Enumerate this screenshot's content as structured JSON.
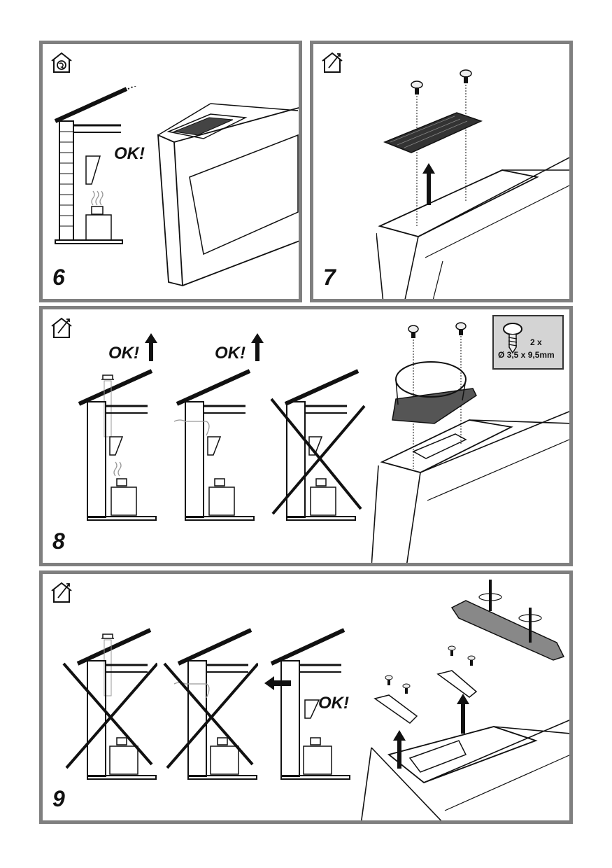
{
  "document": {
    "type": "installation instructions page",
    "panels": [
      {
        "step": "6",
        "mode_icon": "recirculation-house-icon",
        "labels": [
          "OK!"
        ],
        "scenes": [
          "recirculation-kitchen-ok",
          "hood-top-with-charcoal-filter"
        ]
      },
      {
        "step": "7",
        "mode_icon": "ducted-house-icon",
        "labels": [],
        "scenes": [
          "remove-filter-cover-with-screws"
        ]
      },
      {
        "step": "8",
        "mode_icon": "ducted-house-icon",
        "labels": [
          "OK!",
          "OK!"
        ],
        "scenes": [
          "chimney-ok",
          "wall-vent-ok",
          "wall-vent-low-not-ok",
          "mount-duct-flange"
        ],
        "spec": {
          "quantity": "2 x",
          "dimension": "Ø 3,5 x 9,5mm",
          "icon": "screw-icon"
        }
      },
      {
        "step": "9",
        "mode_icon": "ducted-house-icon",
        "labels": [
          "OK!"
        ],
        "scenes": [
          "chimney-not-ok",
          "wall-vent-not-ok",
          "side-wall-vent-ok",
          "mount-rails"
        ]
      }
    ]
  },
  "colors": {
    "panel_border": "#7f7f7f",
    "spec_box_bg": "#d4d4d4",
    "ink": "#111111"
  }
}
